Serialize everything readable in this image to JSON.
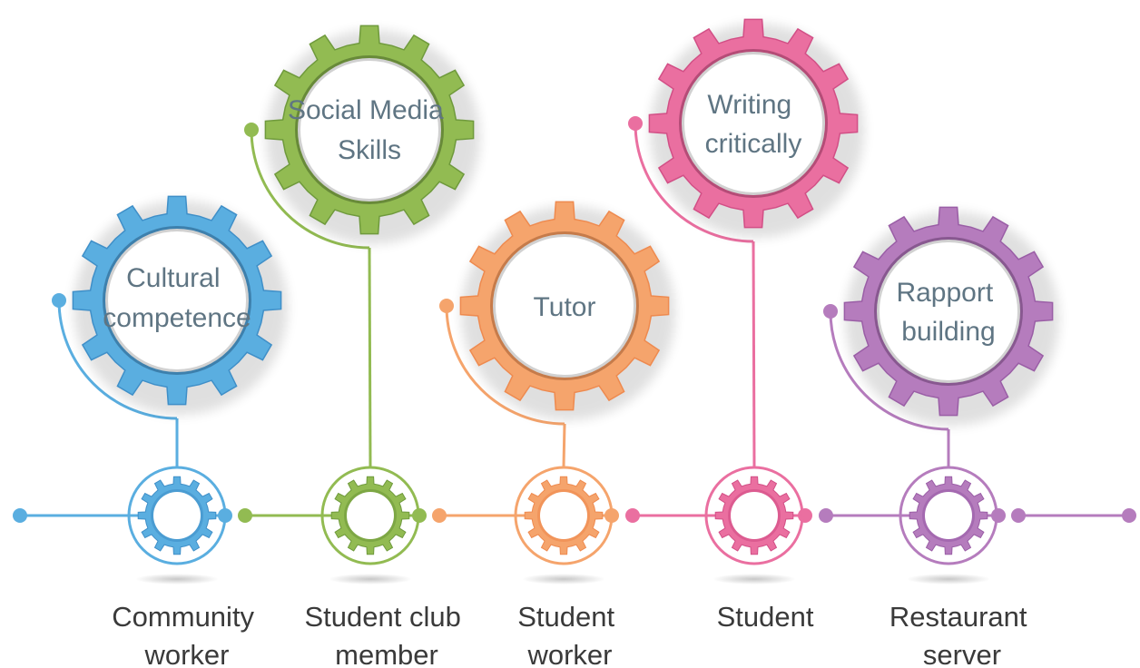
{
  "items": [
    {
      "skill": [
        "Cultural",
        "competence"
      ],
      "role": [
        "Community",
        "worker"
      ],
      "color": "#5aaee0",
      "color_dark": "#3f8fc8"
    },
    {
      "skill": [
        "Social Media",
        "Skills"
      ],
      "role": [
        "Student club",
        "member"
      ],
      "color": "#92bb52",
      "color_dark": "#6f9a3c"
    },
    {
      "skill": [
        "Tutor"
      ],
      "role": [
        "Student",
        "worker"
      ],
      "color": "#f5a46c",
      "color_dark": "#ee8a4f"
    },
    {
      "skill": [
        "Writing",
        "critically"
      ],
      "role": [
        "Student"
      ],
      "color": "#ea6fa0",
      "color_dark": "#d24f86"
    },
    {
      "skill": [
        "Rapport",
        "building"
      ],
      "role": [
        "Restaurant",
        "server"
      ],
      "color": "#b57cbd",
      "color_dark": "#9a5ea6"
    }
  ],
  "icons": {
    "big_gear": "gear-icon",
    "small_gear": "small-gear-icon",
    "connector": "connector-dot-icon"
  }
}
